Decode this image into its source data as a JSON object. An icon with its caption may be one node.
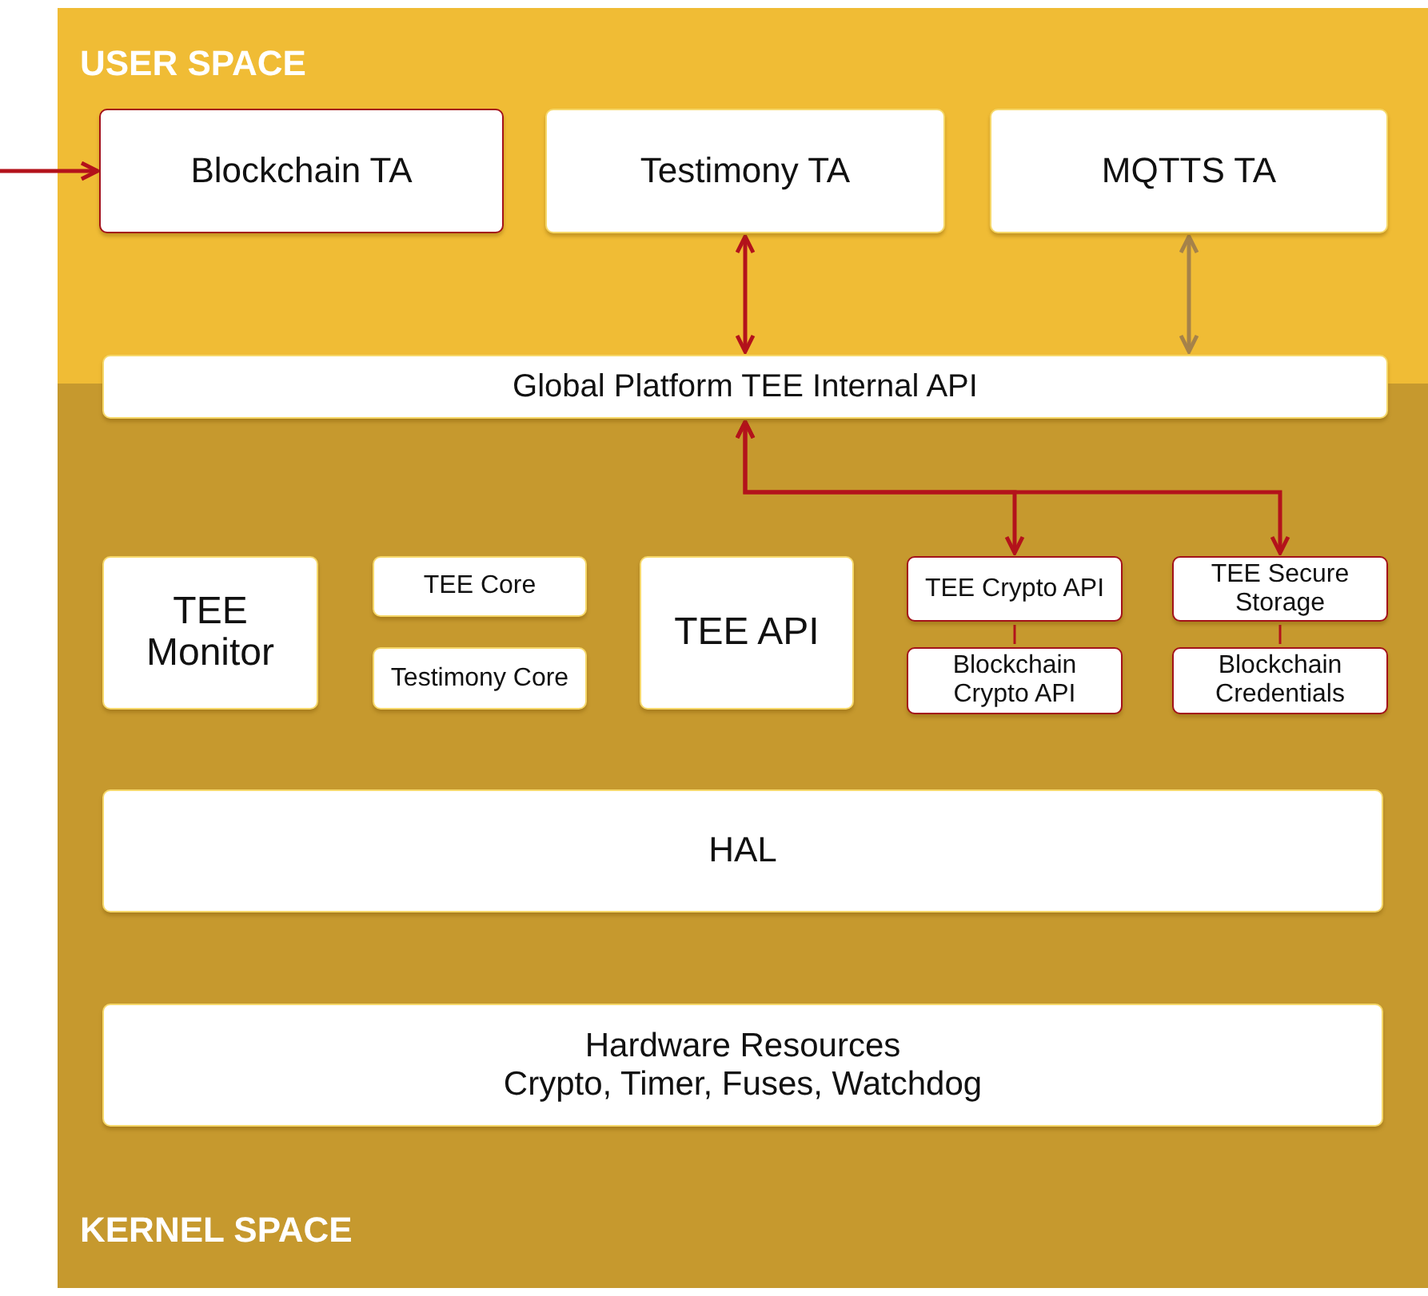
{
  "diagram": {
    "nodes": [
      {
        "text": [
          "USER SPACE"
        ]
      },
      {
        "text": [
          "Blockchain TA"
        ],
        "in": 0
      },
      {
        "text": [
          "Testimony TA"
        ],
        "in": 0
      },
      {
        "text": [
          "MQTTS TA"
        ],
        "in": 0
      },
      {
        "text": [
          "Global Platform TEE Internal API"
        ]
      },
      {
        "text": [
          "KERNEL SPACE"
        ]
      },
      {
        "text": [
          "TEE Monitor"
        ],
        "in": 5
      },
      {
        "text": [
          "TEE Core"
        ],
        "in": 5
      },
      {
        "text": [
          "Testimony Core"
        ],
        "in": 5
      },
      {
        "text": [
          "TEE API"
        ],
        "in": 5
      },
      {
        "text": [
          "TEE Crypto API"
        ],
        "in": 5
      },
      {
        "text": [
          "Blockchain Crypto API"
        ],
        "in": 5
      },
      {
        "text": [
          "TEE Secure Storage"
        ],
        "in": 5
      },
      {
        "text": [
          "Blockchain Credentials"
        ],
        "in": 5
      },
      {
        "text": [
          "HAL"
        ],
        "in": 5
      },
      {
        "text": [
          "Hardware Resources",
          "Crypto, Timer, Fuses, Watchdog"
        ],
        "in": 5
      }
    ],
    "edges": [
      {
        "from": null,
        "to": 1,
        "arrow": "to"
      },
      {
        "from": 2,
        "to": 4,
        "arrow": "both"
      },
      {
        "from": 3,
        "to": 4,
        "arrow": "both",
        "color": "#a5824a"
      },
      {
        "from": 4,
        "to": 10,
        "arrow": "both"
      },
      {
        "from": 4,
        "to": 12,
        "arrow": "both"
      },
      {
        "from": 10,
        "to": 11,
        "arrow": "none"
      },
      {
        "from": 12,
        "to": 13,
        "arrow": "none"
      }
    ]
  }
}
